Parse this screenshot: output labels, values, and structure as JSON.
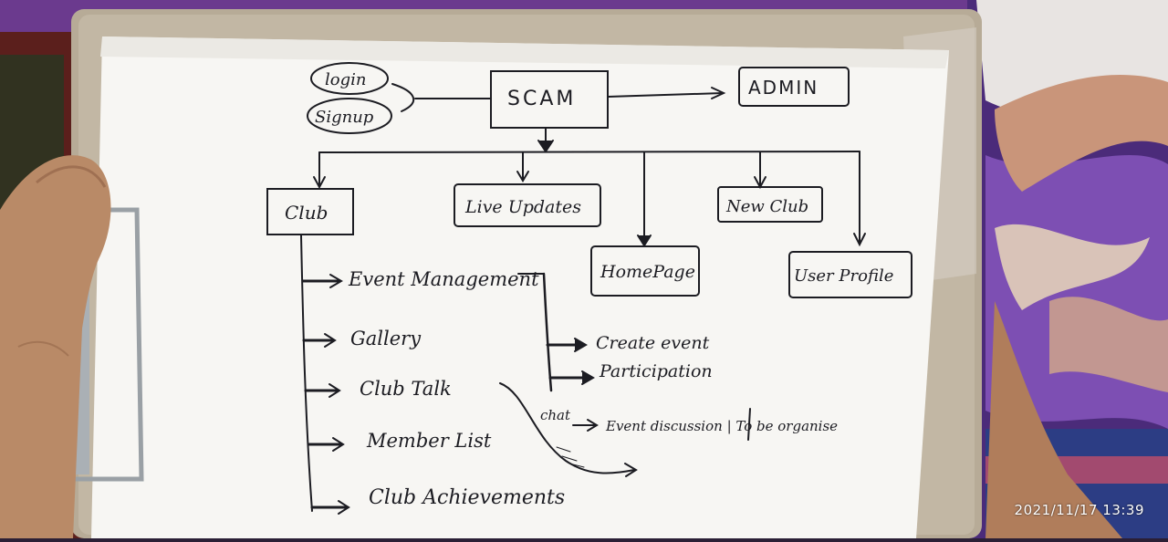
{
  "diagram": {
    "root": "SCAM",
    "auth": [
      "login",
      "Signup"
    ],
    "admin": "ADMIN",
    "sections": [
      "Club",
      "Live Updates",
      "HomePage",
      "New Club",
      "User Profile"
    ],
    "club_items": [
      "Event Management",
      "Gallery",
      "Club Talk",
      "Member List",
      "Club Achievements"
    ],
    "event_management_items": [
      "Create event",
      "Participation"
    ],
    "chat_label": "chat",
    "chat_targets": "Event discussion | To be organise"
  },
  "photo": {
    "timestamp": "2021/11/17 13:39"
  },
  "colors": {
    "paper": "#f7f6f3",
    "ink": "#1c1c22",
    "clipboard": "#b7ab97",
    "fabric_purple": "#5a2c8c",
    "skin": "#b98a67"
  }
}
